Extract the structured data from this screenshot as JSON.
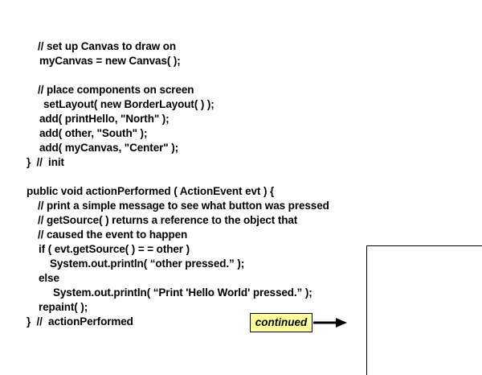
{
  "code_lines": [
    "// set up Canvas to draw on",
    "myCanvas = new Canvas( );",
    "// place components on screen",
    "setLayout( new BorderLayout( ) );",
    "add( printHello, \"North\" );",
    "add( other, \"South\" );",
    "add( myCanvas, \"Center\" );",
    "}  //  init",
    "public void actionPerformed ( ActionEvent evt ) {",
    "// print a simple message to see what button was pressed",
    "// getSource( ) returns a reference to the object that",
    "// caused the event to happen",
    "if ( evt.getSource( ) = = other )",
    "System.out.println( “other pressed.” );",
    "else",
    "System.out.println( “Print 'Hello World' pressed.” );",
    "repaint( );",
    "}  //  actionPerformed"
  ],
  "continued_label": "continued",
  "colors": {
    "callout_fill": "#ffff99"
  }
}
